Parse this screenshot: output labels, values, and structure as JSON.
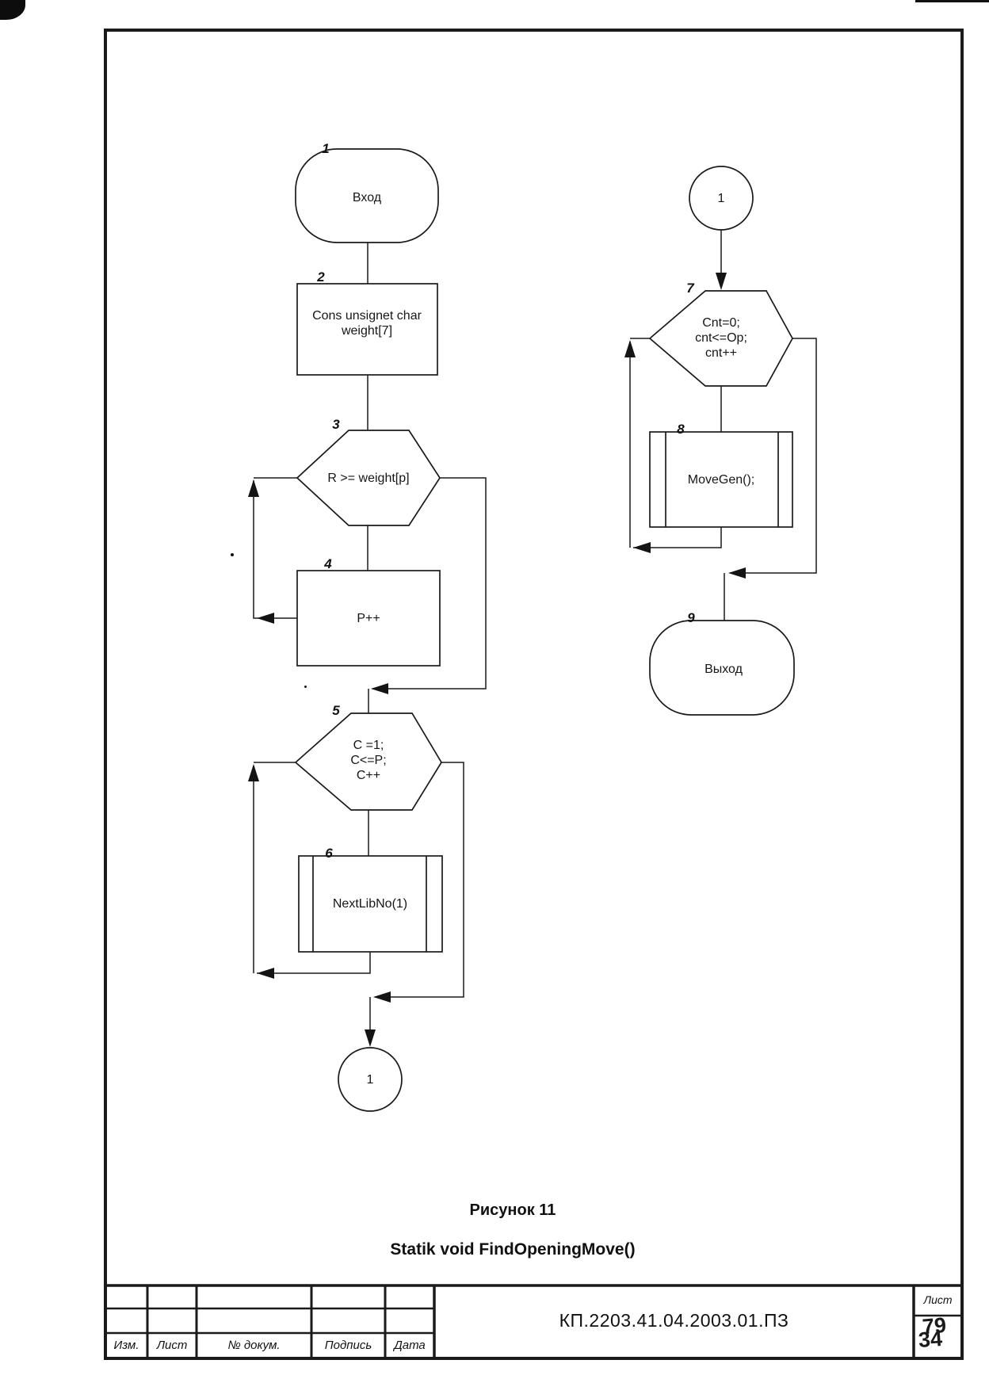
{
  "paper": "#ffffff",
  "ink": "#161616",
  "flowchart": {
    "nodes": {
      "n1": {
        "num": "1",
        "type": "terminator",
        "text": "Вход"
      },
      "n2": {
        "num": "2",
        "type": "process",
        "line1": "Cons unsignet char",
        "line2": "weight[7]"
      },
      "n3": {
        "num": "3",
        "type": "loop-bound",
        "text": "R >= weight[p]"
      },
      "n4": {
        "num": "4",
        "type": "process",
        "text": "P++"
      },
      "n5": {
        "num": "5",
        "type": "loop-bound",
        "line1": "C =1;",
        "line2": "C<=P;",
        "line3": "C++"
      },
      "n6": {
        "num": "6",
        "type": "predefined-process",
        "text": "NextLibNo(1)"
      },
      "connector_out": {
        "type": "connector",
        "text": "1"
      },
      "connector_in": {
        "type": "connector",
        "text": "1"
      },
      "n7": {
        "num": "7",
        "type": "loop-bound",
        "line1": "Cnt=0;",
        "line2": "cnt<=Op;",
        "line3": "cnt++"
      },
      "n8": {
        "num": "8",
        "type": "predefined-process",
        "text": "MoveGen();"
      },
      "n9": {
        "num": "9",
        "type": "terminator",
        "text": "Выход"
      }
    },
    "caption": {
      "line1": "Рисунок 11",
      "line2": "Statik void FindOpeningMove()"
    }
  },
  "title_block": {
    "col_izm": "Изм.",
    "col_list": "Лист",
    "col_dokum": "№ докум.",
    "col_podpis": "Подпись",
    "col_data": "Дата",
    "doc_number": "КП.2203.41.04.2003.01.ПЗ",
    "sheet_label": "Лист",
    "sheet_number_over": "79",
    "sheet_number_under": "34"
  }
}
